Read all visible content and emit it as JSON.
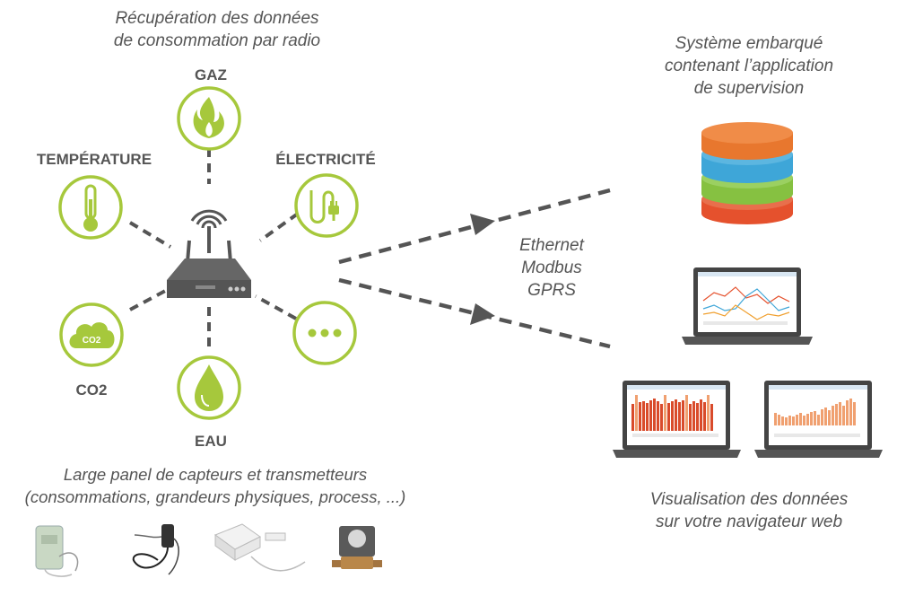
{
  "top_caption": [
    "Récupération des données",
    "de consommation par radio"
  ],
  "sensors": {
    "gaz": "GAZ",
    "temperature": "TEMPÉRATURE",
    "electricite": "ÉLECTRICITÉ",
    "co2": "CO2",
    "co2_icon_text": "CO2",
    "eau": "EAU"
  },
  "protocols": [
    "Ethernet",
    "Modbus",
    "GPRS"
  ],
  "server_caption": [
    "Système embarqué",
    "contenant l’application",
    "de supervision"
  ],
  "web_caption": [
    "Visualisation des données",
    "sur votre navigateur web"
  ],
  "bottom_caption": [
    "Large panel de capteurs et transmetteurs",
    "(consommations, grandeurs physiques, process, ...)"
  ],
  "colors": {
    "accent_green": "#a6c83c",
    "text_gray": "#555555",
    "dash_gray": "#555555",
    "db_orange": "#e8772e",
    "db_blue": "#3ea6d8",
    "db_green": "#86c141",
    "db_red": "#e5512d"
  },
  "icons": [
    "flame-icon",
    "thermometer-icon",
    "plug-icon",
    "cloud-co2-icon",
    "more-icon",
    "water-drop-icon",
    "router-icon",
    "database-icon",
    "laptop-icon"
  ]
}
